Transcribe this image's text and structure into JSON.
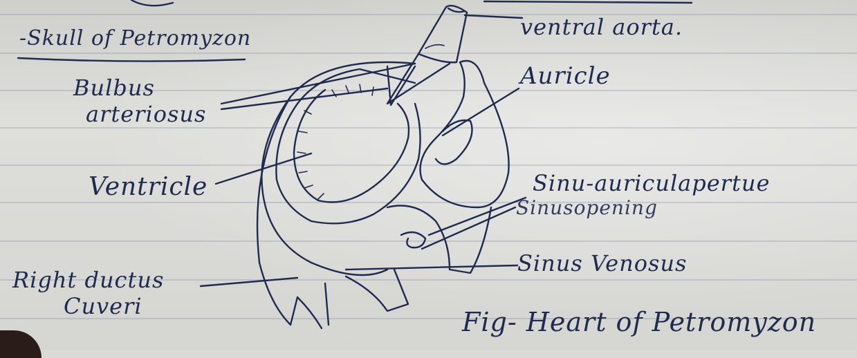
{
  "page_title": "-Skull of Petromyzon",
  "labels": {
    "ventral_aorta": "ventral aorta.",
    "bulbus_line1": "Bulbus",
    "bulbus_line2": "arteriosus",
    "auricle": "Auricle",
    "ventricle": "Ventricle",
    "sinu_auricular_line1": "Sinu-auriculapertue",
    "sinu_auricular_line2": "Sinusopening",
    "sinus_venosus": "Sinus Venosus",
    "right_ductus_line1": "Right ductus",
    "right_ductus_line2": "Cuveri"
  },
  "caption": "Fig- Heart of Petromyzon",
  "colors": {
    "ink": "#1f2a4f",
    "paper": "#d9d9d6",
    "ruled_line": "#7882a0"
  }
}
